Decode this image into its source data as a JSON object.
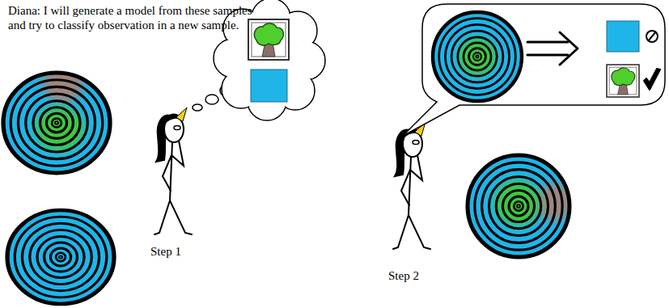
{
  "diagram": {
    "labels": [
      "Diana: I will generate a model from these samples and try to classify observation in a new sample.",
      "Step 1",
      "Step 2"
    ]
  }
}
